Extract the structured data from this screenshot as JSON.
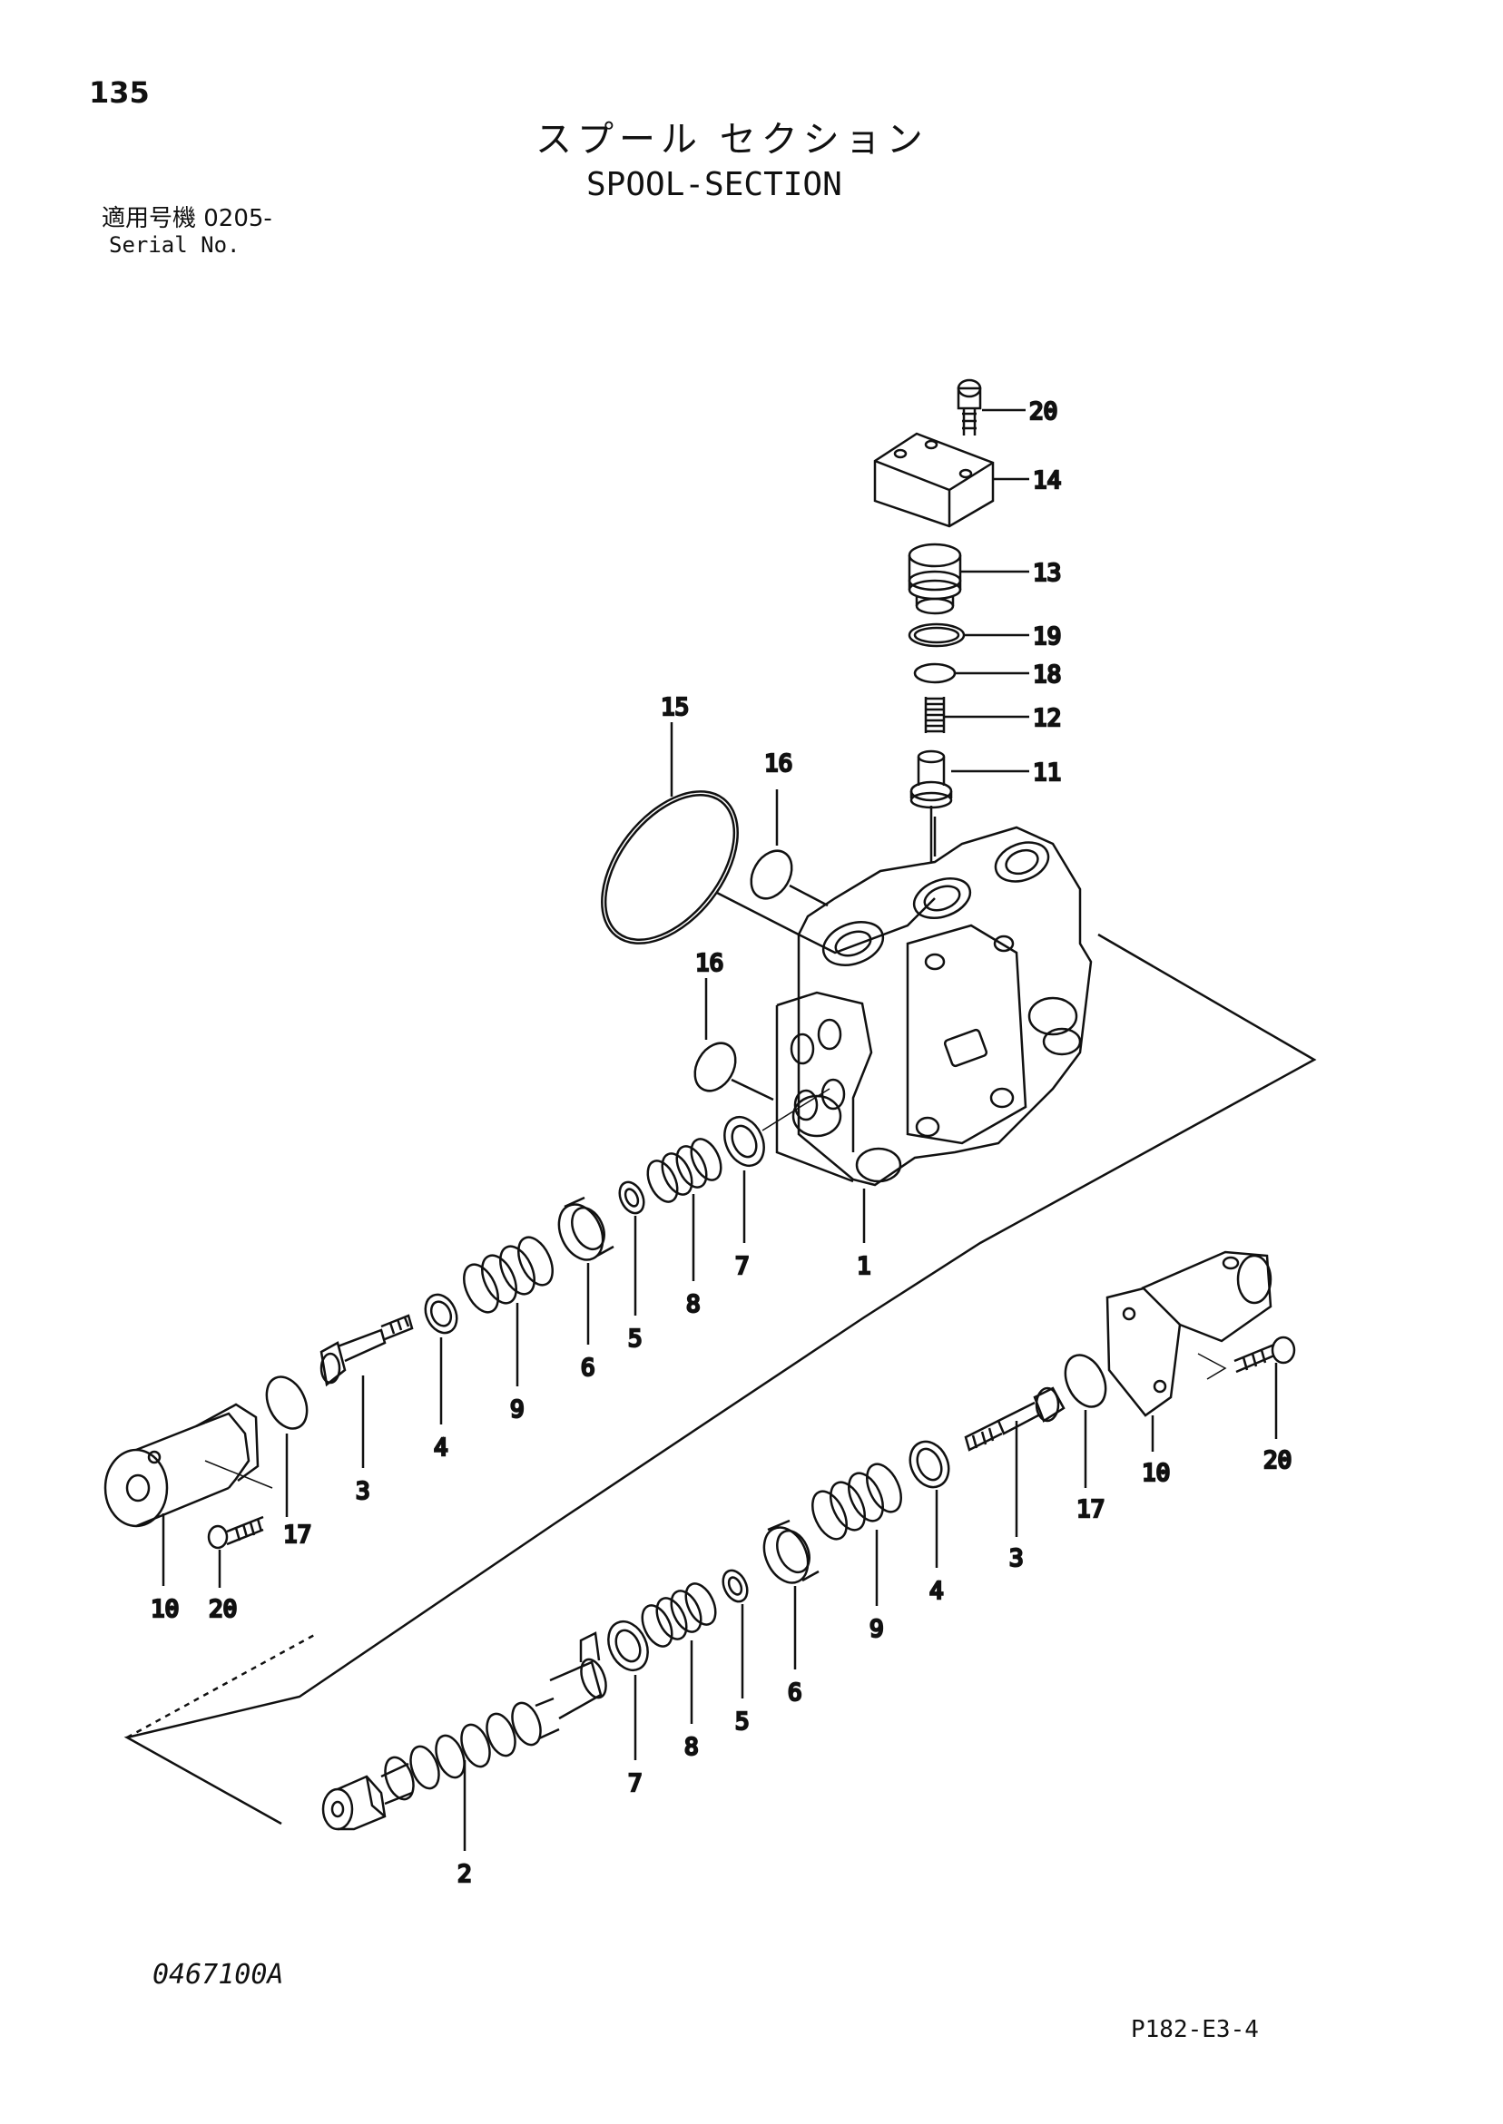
{
  "header": {
    "page_number": "135",
    "title_jp": "スプール セクション",
    "title_en": "SPOOL-SECTION",
    "serial_label_jp": "適用号機  0205-",
    "serial_label_en": "Serial No."
  },
  "footer": {
    "doc_code": "0467100A",
    "page_code": "P182-E3-4"
  },
  "callouts": {
    "c20_top": "20",
    "c14": "14",
    "c13": "13",
    "c19": "19",
    "c18": "18",
    "c12": "12",
    "c11": "11",
    "c15": "15",
    "c16_top": "16",
    "c16_low": "16",
    "c1": "1",
    "c7_up": "7",
    "c8_up": "8",
    "c5_up": "5",
    "c6_up": "6",
    "c9_up": "9",
    "c4_up": "4",
    "c3_left": "3",
    "c17_left": "17",
    "c10_left": "10",
    "c20_left": "20",
    "c10_right": "10",
    "c20_right": "20",
    "c17_right": "17",
    "c3_right": "3",
    "c4_low": "4",
    "c9_low": "9",
    "c6_low": "6",
    "c5_low": "5",
    "c8_low": "8",
    "c7_low": "7",
    "c2": "2"
  },
  "colors": {
    "ink": "#111111",
    "paper": "#ffffff"
  }
}
